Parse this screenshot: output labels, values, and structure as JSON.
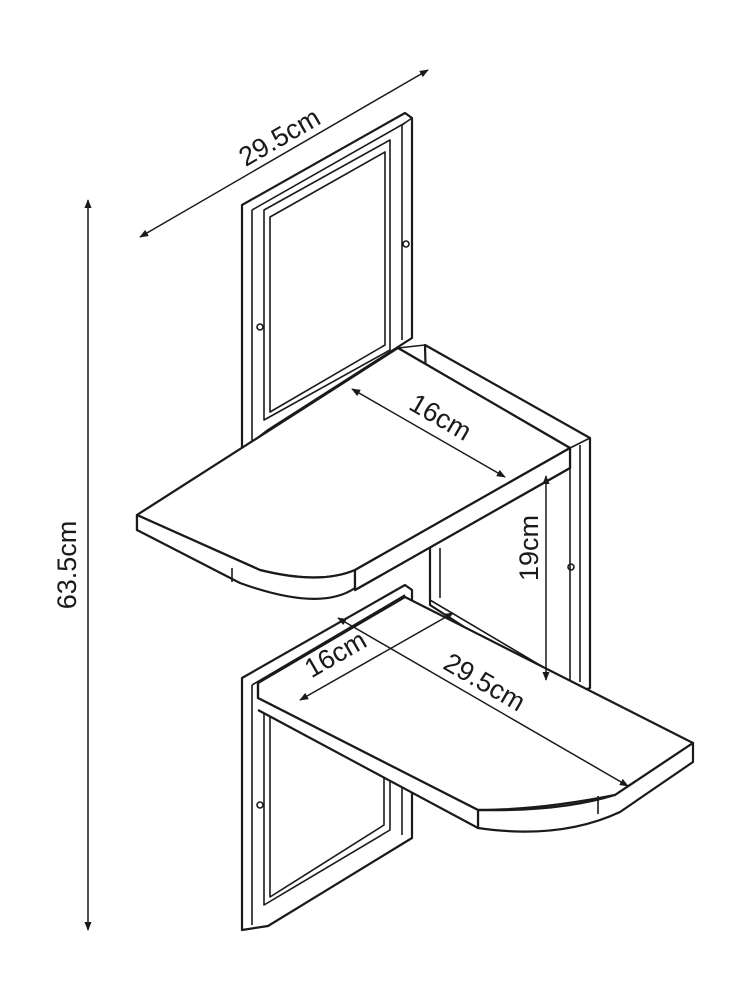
{
  "dimensions": {
    "overall_width": "29.5cm",
    "overall_height": "63.5cm",
    "upper_shelf_depth": "16cm",
    "shelf_gap": "19cm",
    "lower_shelf_depth": "16cm",
    "lower_shelf_width": "29.5cm"
  },
  "colors": {
    "line": "#1a1a1a",
    "background": "#ffffff"
  }
}
